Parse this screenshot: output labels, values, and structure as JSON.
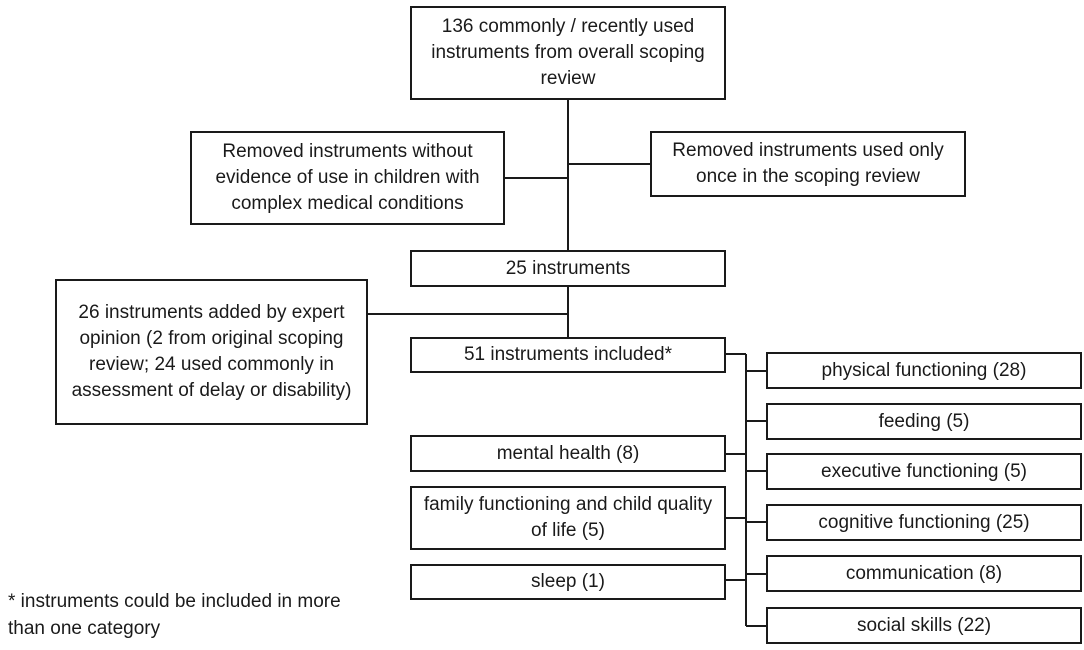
{
  "boxes": {
    "top": "136 commonly / recently used instruments from overall scoping review",
    "removed_children": "Removed instruments without evidence of use in children with complex medical conditions",
    "removed_once": "Removed instruments used only once in the scoping review",
    "twenty_five": "25 instruments",
    "expert_added": "26 instruments added by expert opinion (2 from original scoping review; 24 used commonly in assessment of delay or disability)",
    "included": "51 instruments included*",
    "mental_health": "mental health (8)",
    "family_functioning": "family functioning and child quality of life (5)",
    "sleep": "sleep (1)",
    "physical_functioning": "physical functioning (28)",
    "feeding": "feeding (5)",
    "executive_functioning": "executive functioning (5)",
    "cognitive_functioning": "cognitive functioning (25)",
    "communication": "communication (8)",
    "social_skills": "social skills (22)"
  },
  "footnote": "* instruments could be included in more than one category"
}
